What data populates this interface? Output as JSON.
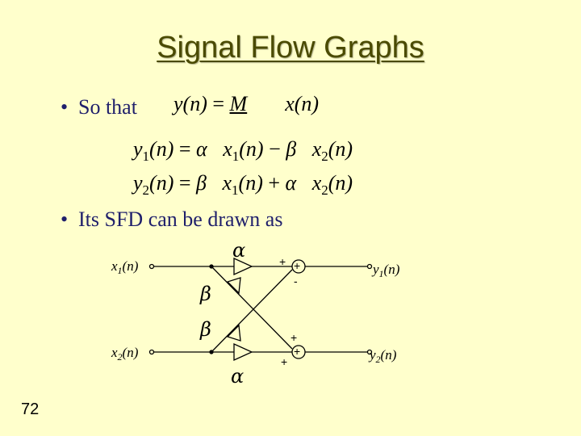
{
  "title": "Signal Flow Graphs",
  "bullets": {
    "first": "So that",
    "second": "Its SFD can be drawn as",
    "marker": "•"
  },
  "equations": {
    "main": {
      "lhs": "y(n)",
      "eq": "=",
      "mid": "M",
      "rhs": "x(n)"
    },
    "y1": {
      "lhs_var": "y",
      "lhs_sub": "1",
      "lhs_arg": "(n)",
      "coef1": "α",
      "var1": "x",
      "sub1": "1",
      "arg1": "(n)",
      "op": "−",
      "coef2": "β",
      "var2": "x",
      "sub2": "2",
      "arg2": "(n)"
    },
    "y2": {
      "lhs_var": "y",
      "lhs_sub": "2",
      "lhs_arg": "(n)",
      "coef1": "β",
      "var1": "x",
      "sub1": "1",
      "arg1": "(n)",
      "op": "+",
      "coef2": "α",
      "var2": "x",
      "sub2": "2",
      "arg2": "(n)"
    }
  },
  "diagram": {
    "inputs": [
      {
        "var": "x",
        "sub": "1",
        "arg": "(n)"
      },
      {
        "var": "x",
        "sub": "2",
        "arg": "(n)"
      }
    ],
    "outputs": [
      {
        "var": "y",
        "sub": "1",
        "arg": "(n)"
      },
      {
        "var": "y",
        "sub": "2",
        "arg": "(n)"
      }
    ],
    "gains": {
      "top": "α",
      "bottom": "α",
      "cross_upper": "β",
      "cross_lower": "β"
    },
    "adder_symbol": "+",
    "signs": {
      "top_in": "+",
      "top_cross": "-",
      "bottom_cross": "+",
      "bottom_in": "+"
    }
  },
  "page_number": "72"
}
